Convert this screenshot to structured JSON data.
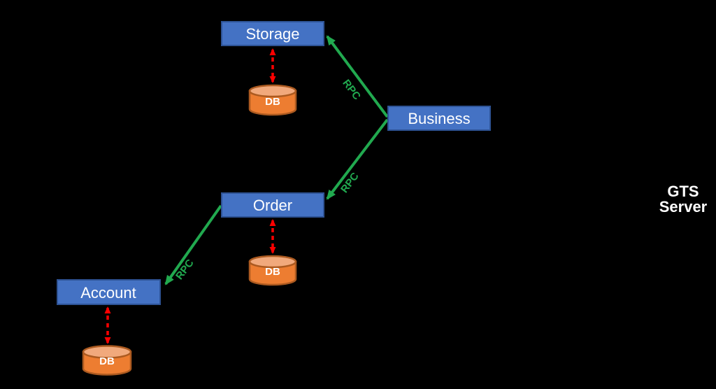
{
  "diagram": {
    "colors": {
      "background": "#000000",
      "node_fill": "#4472C4",
      "node_border": "#2E5395",
      "node_text": "#FFFFFF",
      "db_fill": "#ED7D31",
      "db_top": "#F1A97C",
      "db_border": "#AC5A20",
      "db_text": "#FFFFFF",
      "rpc_green": "#21A94F",
      "link_red": "#FF0000",
      "annotation_text": "#FFFFFF"
    },
    "nodes": {
      "storage": {
        "label": "Storage"
      },
      "business": {
        "label": "Business"
      },
      "order": {
        "label": "Order"
      },
      "account": {
        "label": "Account"
      }
    },
    "db_label": "DB",
    "edges": [
      {
        "from": "business",
        "to": "storage",
        "label": "RPC",
        "style": "green-solid-arrow"
      },
      {
        "from": "business",
        "to": "order",
        "label": "RPC",
        "style": "green-solid-arrow"
      },
      {
        "from": "order",
        "to": "account",
        "label": "RPC",
        "style": "green-solid-arrow"
      }
    ],
    "db_links": [
      {
        "node": "storage",
        "style": "red-dashed-bidirectional"
      },
      {
        "node": "order",
        "style": "red-dashed-bidirectional"
      },
      {
        "node": "account",
        "style": "red-dashed-bidirectional"
      }
    ],
    "annotation": {
      "line1": "GTS",
      "line2": "Server"
    }
  }
}
